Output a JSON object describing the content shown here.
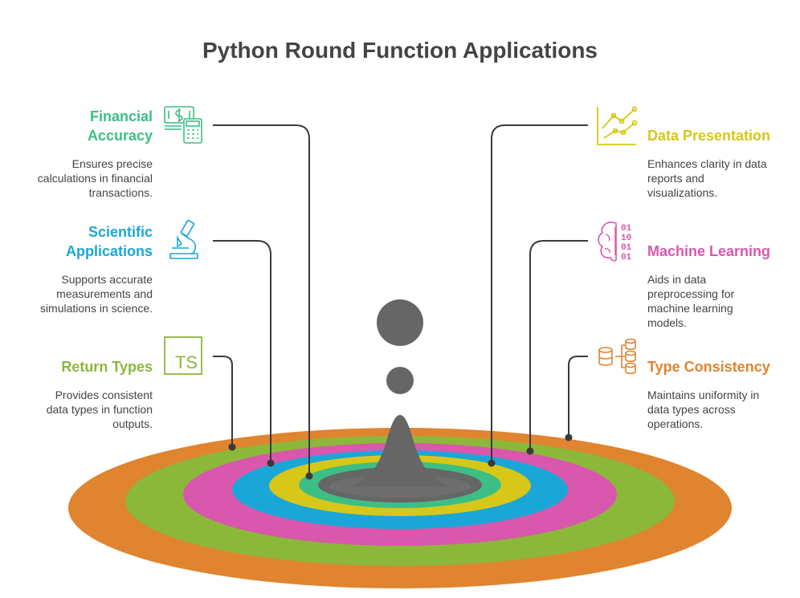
{
  "title": "Python Round Function Applications",
  "colors": {
    "green": "#3cbe84",
    "blue": "#1aa7d8",
    "lime": "#8bb83a",
    "yellow": "#d7c719",
    "magenta": "#d957ac",
    "orange": "#e0842f",
    "connector": "#3a3a3a",
    "drop": "#666666"
  },
  "items": [
    {
      "key": "financial",
      "title": "Financial Accuracy",
      "title_lines": [
        "Financial",
        "Accuracy"
      ],
      "description_lines": [
        "Ensures precise",
        "calculations in financial",
        "transactions."
      ],
      "icon": "money-calculator-icon",
      "color": "#3cbe84"
    },
    {
      "key": "scientific",
      "title": "Scientific Applications",
      "title_lines": [
        "Scientific",
        "Applications"
      ],
      "description_lines": [
        "Supports accurate",
        "measurements and",
        "simulations in science."
      ],
      "icon": "microscope-icon",
      "color": "#1aa7d8"
    },
    {
      "key": "return",
      "title": "Return Types",
      "title_lines": [
        "Return Types"
      ],
      "description_lines": [
        "Provides consistent",
        "data types in function",
        "outputs."
      ],
      "icon": "typescript-icon",
      "icon_text": "TS",
      "color": "#8bb83a"
    },
    {
      "key": "presentation",
      "title": "Data Presentation",
      "title_lines": [
        "Data Presentation"
      ],
      "description_lines": [
        "Enhances clarity in data",
        "reports and",
        "visualizations."
      ],
      "icon": "line-chart-icon",
      "color": "#d7c719"
    },
    {
      "key": "ml",
      "title": "Machine Learning",
      "title_lines": [
        "Machine Learning"
      ],
      "description_lines": [
        "Aids in data",
        "preprocessing for",
        "machine learning",
        "models."
      ],
      "icon": "brain-binary-icon",
      "binary_lines": [
        "01",
        "10",
        "01",
        "01"
      ],
      "color": "#d957ac"
    },
    {
      "key": "type",
      "title": "Type Consistency",
      "title_lines": [
        "Type Consistency"
      ],
      "description_lines": [
        "Maintains uniformity in",
        "data types across",
        "operations."
      ],
      "icon": "database-transfer-icon",
      "color": "#e0842f"
    }
  ]
}
